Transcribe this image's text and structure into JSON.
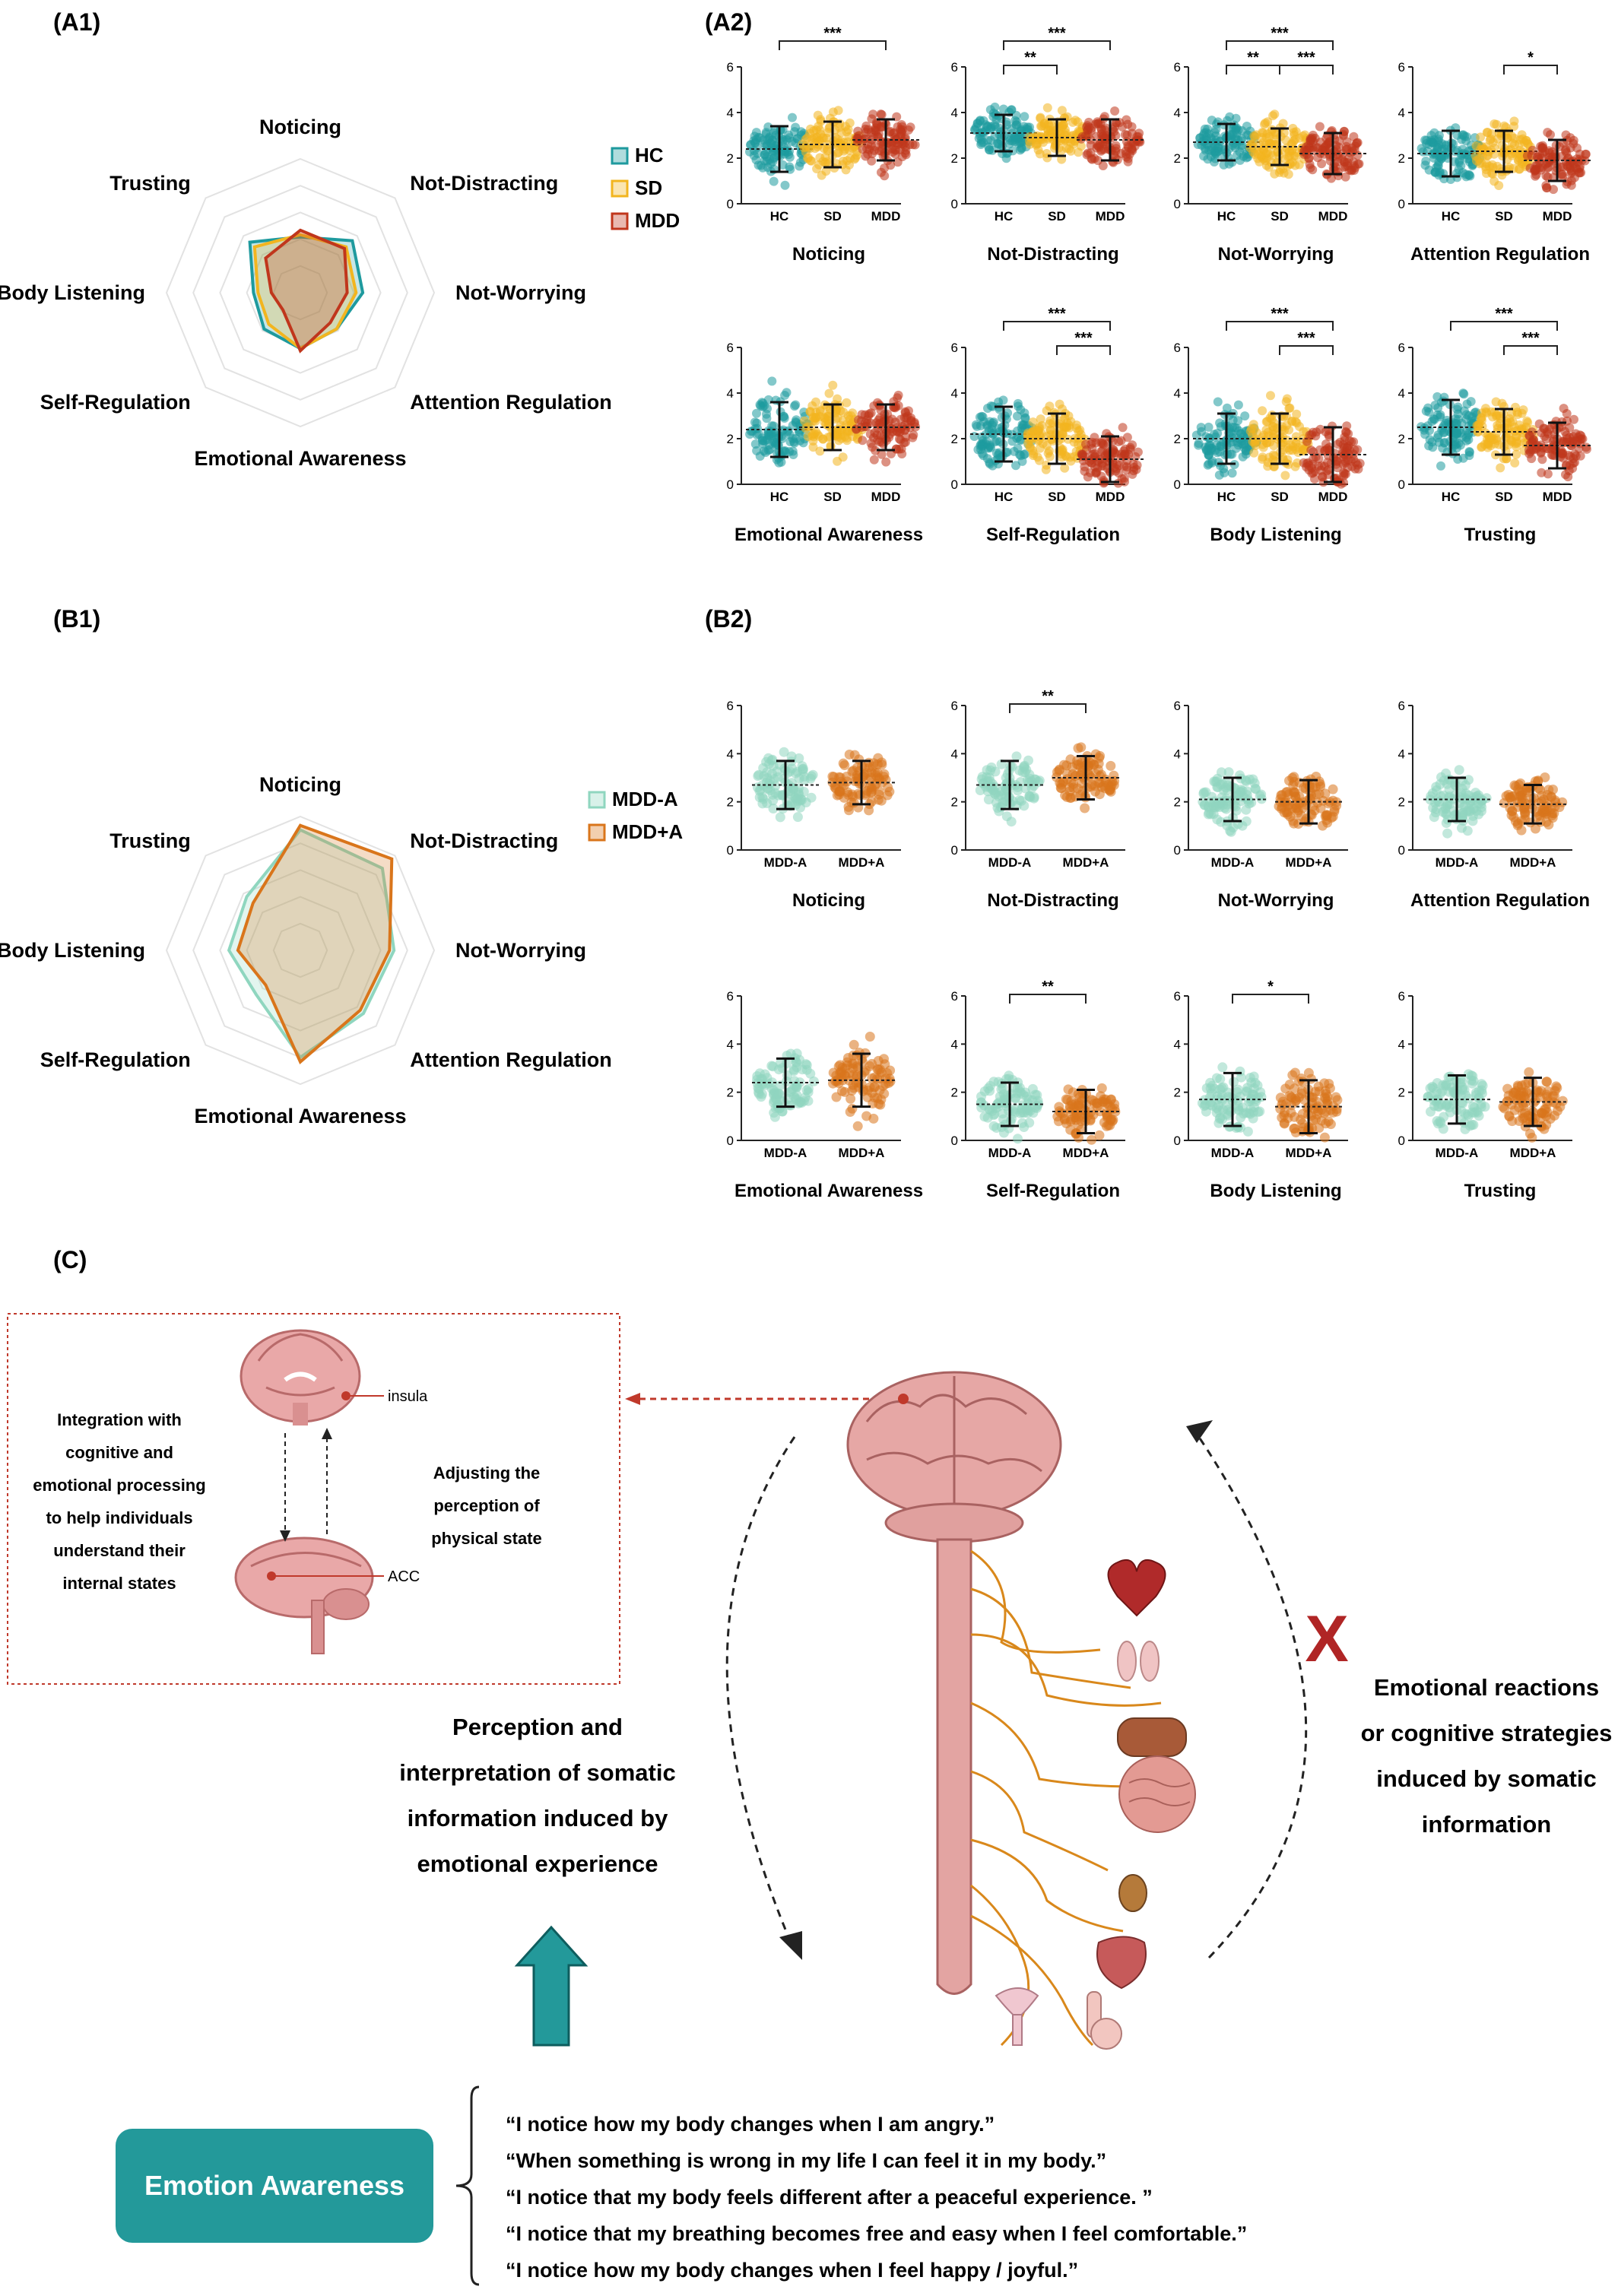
{
  "panels": {
    "a1": "(A1)",
    "a2": "(A2)",
    "b1": "(B1)",
    "b2": "(B2)",
    "c": "(C)"
  },
  "colors": {
    "hc": "#1e9a9e",
    "sd": "#f2b51f",
    "mdd": "#c0361c",
    "mdd_minus": "#8fd6bf",
    "mdd_plus": "#d9751b",
    "teal_box": "#23999a",
    "red_dashed": "#c0392b"
  },
  "chart_data": [
    {
      "id": "A1",
      "type": "radar",
      "axes": [
        "Noticing",
        "Not-Distracting",
        "Not-Worrying",
        "Attention Regulation",
        "Emotional Awareness",
        "Self-Regulation",
        "Body Listening",
        "Trusting"
      ],
      "rmax": 6,
      "series": [
        {
          "name": "HC",
          "color": "#1e9a9e",
          "values": [
            2.5,
            3.3,
            2.8,
            2.3,
            2.5,
            2.3,
            2.1,
            3.2
          ]
        },
        {
          "name": "SD",
          "color": "#f2b51f",
          "values": [
            2.6,
            2.9,
            2.5,
            2.3,
            2.5,
            2.0,
            1.9,
            2.9
          ]
        },
        {
          "name": "MDD",
          "color": "#c0361c",
          "values": [
            2.8,
            2.8,
            2.1,
            1.9,
            2.6,
            1.1,
            1.3,
            2.2
          ]
        }
      ],
      "legend": "right"
    },
    {
      "id": "B1",
      "type": "radar",
      "axes": [
        "Noticing",
        "Not-Distracting",
        "Not-Worrying",
        "Attention Regulation",
        "Emotional Awareness",
        "Self-Regulation",
        "Body Listening",
        "Trusting"
      ],
      "rmax": 3,
      "series": [
        {
          "name": "MDD-A",
          "color": "#8fd6bf",
          "values": [
            2.7,
            2.6,
            2.1,
            2.0,
            2.4,
            1.4,
            1.6,
            1.7
          ]
        },
        {
          "name": "MDD+A",
          "color": "#d9751b",
          "values": [
            2.8,
            2.9,
            2.0,
            1.9,
            2.5,
            1.1,
            1.4,
            1.5
          ]
        }
      ],
      "legend": "right"
    },
    {
      "id": "A2",
      "type": "scatter",
      "ylim": [
        0,
        6
      ],
      "yticks": [
        "0",
        "2",
        "4",
        "6"
      ],
      "groups": [
        "HC",
        "SD",
        "MDD"
      ],
      "subplots": [
        {
          "title": "Noticing",
          "means": [
            2.4,
            2.6,
            2.8
          ],
          "sds": [
            1.0,
            1.0,
            0.9
          ],
          "brackets": [
            {
              "from": 0,
              "to": 2,
              "label": "***"
            }
          ]
        },
        {
          "title": "Not-Distracting",
          "means": [
            3.1,
            2.9,
            2.8
          ],
          "sds": [
            0.8,
            0.8,
            0.9
          ],
          "brackets": [
            {
              "from": 0,
              "to": 1,
              "label": "**"
            },
            {
              "from": 0,
              "to": 2,
              "label": "***"
            }
          ]
        },
        {
          "title": "Not-Worrying",
          "means": [
            2.7,
            2.5,
            2.2
          ],
          "sds": [
            0.8,
            0.8,
            0.9
          ],
          "brackets": [
            {
              "from": 0,
              "to": 1,
              "label": "**"
            },
            {
              "from": 1,
              "to": 2,
              "label": "***"
            },
            {
              "from": 0,
              "to": 2,
              "label": "***"
            }
          ]
        },
        {
          "title": "Attention Regulation",
          "means": [
            2.2,
            2.3,
            1.9
          ],
          "sds": [
            1.0,
            0.9,
            0.9
          ],
          "brackets": [
            {
              "from": 1,
              "to": 2,
              "label": "*"
            }
          ]
        },
        {
          "title": "Emotional Awareness",
          "means": [
            2.4,
            2.5,
            2.5
          ],
          "sds": [
            1.2,
            1.0,
            1.0
          ],
          "brackets": []
        },
        {
          "title": "Self-Regulation",
          "means": [
            2.2,
            2.0,
            1.1
          ],
          "sds": [
            1.2,
            1.1,
            1.0
          ],
          "brackets": [
            {
              "from": 1,
              "to": 2,
              "label": "***"
            },
            {
              "from": 0,
              "to": 2,
              "label": "***"
            }
          ]
        },
        {
          "title": "Body Listening",
          "means": [
            2.0,
            2.0,
            1.3
          ],
          "sds": [
            1.1,
            1.1,
            1.2
          ],
          "brackets": [
            {
              "from": 1,
              "to": 2,
              "label": "***"
            },
            {
              "from": 0,
              "to": 2,
              "label": "***"
            }
          ]
        },
        {
          "title": "Trusting",
          "means": [
            2.5,
            2.3,
            1.7
          ],
          "sds": [
            1.2,
            1.0,
            1.0
          ],
          "brackets": [
            {
              "from": 1,
              "to": 2,
              "label": "***"
            },
            {
              "from": 0,
              "to": 2,
              "label": "***"
            }
          ]
        }
      ]
    },
    {
      "id": "B2",
      "type": "scatter",
      "ylim": [
        0,
        6
      ],
      "yticks": [
        "0",
        "2",
        "4",
        "6"
      ],
      "groups": [
        "MDD-A",
        "MDD+A"
      ],
      "subplots": [
        {
          "title": "Noticing",
          "means": [
            2.7,
            2.8
          ],
          "sds": [
            1.0,
            0.9
          ],
          "brackets": []
        },
        {
          "title": "Not-Distracting",
          "means": [
            2.7,
            3.0
          ],
          "sds": [
            1.0,
            0.9
          ],
          "brackets": [
            {
              "from": 0,
              "to": 1,
              "label": "**"
            }
          ]
        },
        {
          "title": "Not-Worrying",
          "means": [
            2.1,
            2.0
          ],
          "sds": [
            0.9,
            0.9
          ],
          "brackets": []
        },
        {
          "title": "Attention Regulation",
          "means": [
            2.1,
            1.9
          ],
          "sds": [
            0.9,
            0.8
          ],
          "brackets": []
        },
        {
          "title": "Emotional Awareness",
          "means": [
            2.4,
            2.5
          ],
          "sds": [
            1.0,
            1.1
          ],
          "brackets": []
        },
        {
          "title": "Self-Regulation",
          "means": [
            1.5,
            1.2
          ],
          "sds": [
            0.9,
            0.9
          ],
          "brackets": [
            {
              "from": 0,
              "to": 1,
              "label": "**"
            }
          ]
        },
        {
          "title": "Body Listening",
          "means": [
            1.7,
            1.4
          ],
          "sds": [
            1.1,
            1.1
          ],
          "brackets": [
            {
              "from": 0,
              "to": 1,
              "label": "*"
            }
          ]
        },
        {
          "title": "Trusting",
          "means": [
            1.7,
            1.6
          ],
          "sds": [
            1.0,
            1.0
          ],
          "brackets": []
        }
      ]
    }
  ],
  "diagram": {
    "insula": "insula",
    "acc": "ACC",
    "left_box_lines": [
      "Integration with",
      "cognitive and",
      "emotional processing",
      "to help individuals",
      "understand their",
      "internal states"
    ],
    "right_box_lines": [
      "Adjusting the",
      "perception of",
      "physical state"
    ],
    "perception_lines": [
      "Perception and",
      "interpretation of somatic",
      "information induced by",
      "emotional experience"
    ],
    "reaction_lines": [
      "Emotional reactions",
      "or cognitive strategies",
      "induced by somatic",
      "information"
    ],
    "x_mark": "X",
    "emotion_box": "Emotion Awareness",
    "quotes": [
      "“I notice how my body changes when I am angry.”",
      "“When something is wrong in my life I can feel it in my body.”",
      "“I notice that my body feels different after a peaceful experience. ”",
      "“I notice that my breathing becomes free and easy when I feel comfortable.”",
      "“I notice how my body changes when I feel happy / joyful.”"
    ]
  }
}
